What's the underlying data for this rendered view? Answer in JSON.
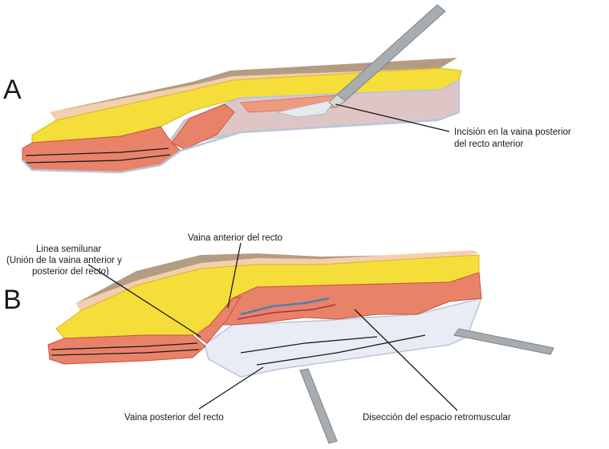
{
  "panels": [
    {
      "letter": "A",
      "labels": [
        {
          "key": "incision",
          "lines": [
            "Incisión en la vaina posterior",
            "del recto anterior"
          ]
        }
      ]
    },
    {
      "letter": "B",
      "labels": [
        {
          "key": "semilunar",
          "lines": [
            "Linea semilunar",
            "(Unión de la vaina anterior y",
            "posterior del recto)"
          ]
        },
        {
          "key": "anterior_sheath",
          "lines": [
            "Vaina anterior del recto"
          ]
        },
        {
          "key": "posterior_sheath",
          "lines": [
            "Vaina posterior del recto"
          ]
        },
        {
          "key": "retromuscular",
          "lines": [
            "Disección del espacio retromuscular"
          ]
        }
      ]
    }
  ],
  "colors": {
    "skin": "#b49c82",
    "dermis": "#f3cfae",
    "fat": "#f6de3a",
    "muscle": "#e8836a",
    "muscle_dark": "#c8523f",
    "fascia": "#dfe4ef",
    "sheath_edge": "#b9c5da",
    "instrument": "#a7acb0"
  }
}
